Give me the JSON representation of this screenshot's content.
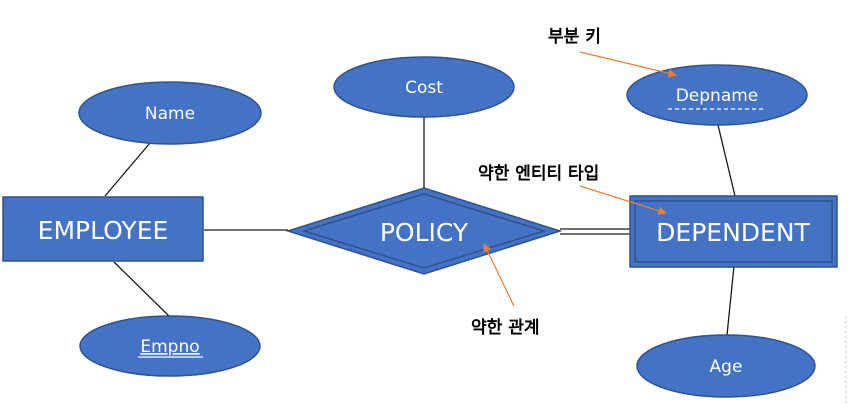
{
  "colors": {
    "fill": "#4472c4",
    "border": "#2f528f",
    "line": "#1a1a1a",
    "arrow": "#ed7d31",
    "text": "#ffffff",
    "annotation": "#000000"
  },
  "entities": {
    "employee": "EMPLOYEE",
    "dependent": "DEPENDENT"
  },
  "relationship": {
    "policy": "POLICY"
  },
  "attributes": {
    "name": "Name",
    "empno": "Empno",
    "cost": "Cost",
    "depname": "Depname",
    "age": "Age"
  },
  "annotations": {
    "partial_key": "부분 키",
    "weak_entity": "약한 엔티티 타입",
    "weak_relationship": "약한 관계"
  }
}
